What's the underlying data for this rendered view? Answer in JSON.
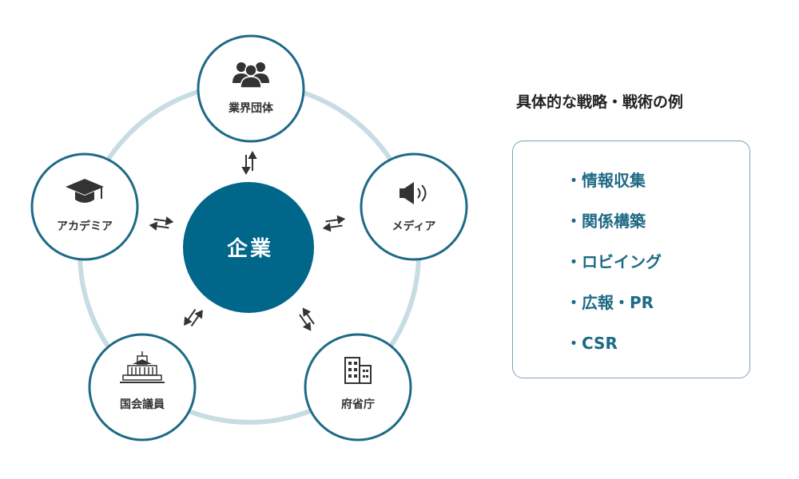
{
  "diagram": {
    "center": {
      "label": "企業"
    },
    "nodes": [
      {
        "id": "industry",
        "label": "業界団体",
        "icon": "people-group-icon"
      },
      {
        "id": "media",
        "label": "メディア",
        "icon": "megaphone-icon"
      },
      {
        "id": "ministry",
        "label": "府省庁",
        "icon": "office-building-icon"
      },
      {
        "id": "diet",
        "label": "国会議員",
        "icon": "diet-building-icon"
      },
      {
        "id": "academia",
        "label": "アカデミア",
        "icon": "graduation-cap-icon"
      }
    ]
  },
  "panel": {
    "title": "具体的な戦略・戦術の例",
    "items": [
      "・情報収集",
      "・関係構築",
      "・ロビイング",
      "・広報・PR",
      "・CSR"
    ]
  },
  "colors": {
    "primary": "#1e6a86",
    "center_fill": "#00668a",
    "ring": "#c8dce4",
    "node_border": "#1e6a86",
    "box_border": "#7fa3b3",
    "icon": "#333333"
  }
}
